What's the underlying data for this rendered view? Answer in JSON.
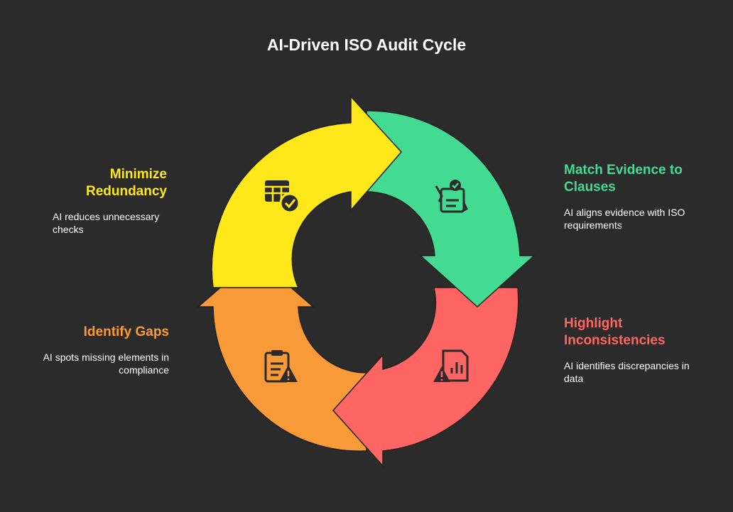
{
  "title": "AI-Driven ISO Audit Cycle",
  "colors": {
    "background": "#2b2b2b",
    "yellow": "#ffe81a",
    "green": "#42db91",
    "red": "#ff6663",
    "orange": "#f99a38",
    "icon": "#2b2b2b"
  },
  "steps": [
    {
      "id": "minimize",
      "title": "Minimize Redundancy",
      "description": "AI reduces unnecessary checks",
      "icon": "table-check-icon",
      "color": "#ffe81a"
    },
    {
      "id": "match",
      "title": "Match Evidence to Clauses",
      "description": "AI aligns evidence with ISO requirements",
      "icon": "clipboard-hand-check-icon",
      "color": "#42db91"
    },
    {
      "id": "highlight",
      "title": "Highlight Inconsistencies",
      "description": "AI identifies discrepancies in data",
      "icon": "chart-warning-icon",
      "color": "#ff6663"
    },
    {
      "id": "identify",
      "title": "Identify Gaps",
      "description": "AI spots missing elements in compliance",
      "icon": "clipboard-warning-icon",
      "color": "#f99a38"
    }
  ]
}
